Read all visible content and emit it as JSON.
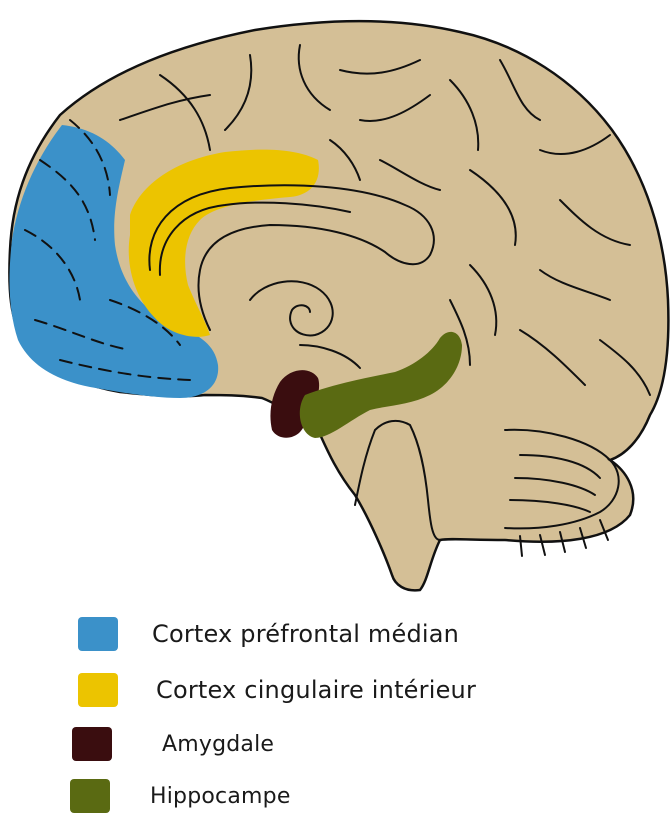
{
  "figure": {
    "colors": {
      "brain_fill": "#d4bf96",
      "outline": "#111111",
      "cortex_prefrontal": "#3b91c9",
      "cortex_cingulate": "#ecc400",
      "amygdala": "#3a0d0f",
      "hippocampus": "#5a6a12"
    }
  },
  "legend": {
    "items": [
      {
        "label": "Cortex préfrontal médian",
        "color": "#3b91c9"
      },
      {
        "label": "Cortex cingulaire intérieur",
        "color": "#ecc400"
      },
      {
        "label": "Amygdale",
        "color": "#3a0d0f"
      },
      {
        "label": "Hippocampe",
        "color": "#5a6a12"
      }
    ]
  }
}
